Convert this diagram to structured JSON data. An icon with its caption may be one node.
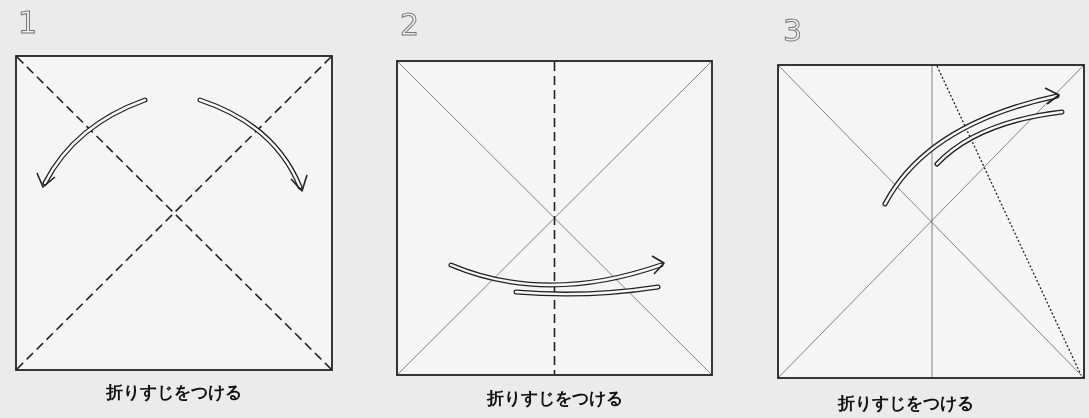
{
  "diagram": {
    "labels": [
      "1",
      "2",
      "3",
      "折りすじをつける",
      "折りすじをつける",
      "折りすじをつける"
    ]
  }
}
